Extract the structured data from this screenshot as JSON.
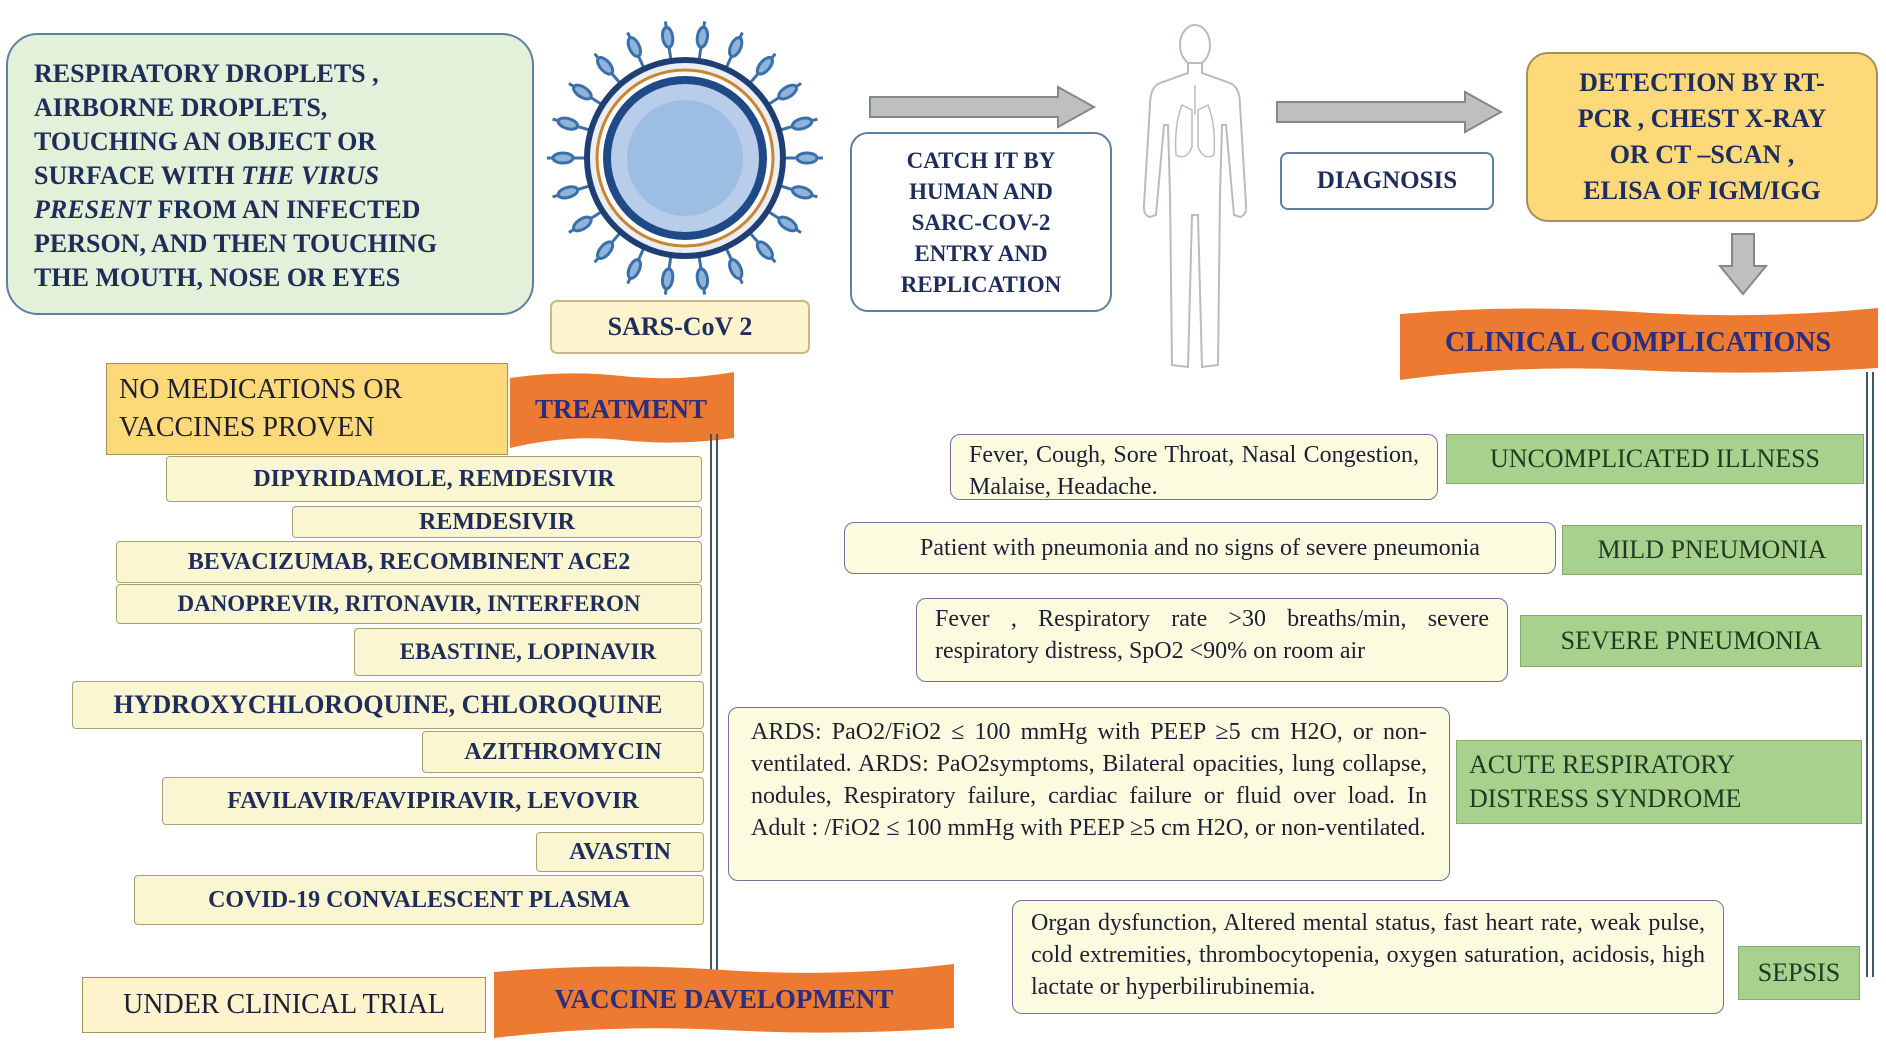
{
  "transmission": {
    "line1": "RESPIRATORY DROPLETS ,",
    "line2": "AIRBORNE DROPLETS,",
    "line3": "TOUCHING AN OBJECT OR",
    "line4a": "SURFACE WITH",
    "line4b": "THE VIRUS",
    "line5a": "PRESENT",
    "line5b": "FROM AN INFECTED",
    "line6": "PERSON, AND THEN TOUCHING",
    "line7": "THE MOUTH, NOSE OR EYES"
  },
  "virus_label": "SARS-CoV 2",
  "entry": [
    "CATCH IT BY",
    "HUMAN AND",
    "SARC-COV-2",
    "ENTRY AND",
    "REPLICATION"
  ],
  "diagnosis_label": "DIAGNOSIS",
  "detection": [
    "DETECTION BY RT-",
    "PCR , CHEST X-RAY",
    "OR CT –SCAN ,",
    "ELISA OF IGM/IGG"
  ],
  "complications": {
    "title": "CLINICAL COMPLICATIONS",
    "items": [
      {
        "name": "UNCOMPLICATED ILLNESS",
        "desc": "Fever, Cough, Sore Throat, Nasal Congestion, Malaise, Headache."
      },
      {
        "name": "MILD PNEUMONIA",
        "desc": "Patient with pneumonia and no signs of severe pneumonia"
      },
      {
        "name": "SEVERE PNEUMONIA",
        "desc": "Fever , Respiratory rate >30 breaths/min, severe respiratory distress, SpO2 <90% on room air"
      },
      {
        "name": "ACUTE RESPIRATORY DISTRESS SYNDROME",
        "desc": "ARDS: PaO2/FiO2 ≤ 100 mmHg with PEEP ≥5 cm H2O, or non-ventilated. ARDS: PaO2symptoms, Bilateral opacities, lung collapse, nodules, Respiratory failure, cardiac failure or fluid over load. In Adult : /FiO2 ≤ 100 mmHg with PEEP ≥5 cm H2O, or non-ventilated."
      },
      {
        "name": "SEPSIS",
        "desc": "Organ dysfunction, Altered mental status, fast heart rate, weak pulse, cold extremities, thrombocytopenia, oxygen saturation, acidosis, high lactate or hyperbilirubinemia."
      }
    ]
  },
  "treatment": {
    "title": "TREATMENT",
    "note": [
      "NO MEDICATIONS OR",
      "VACCINES PROVEN"
    ],
    "items": [
      "DIPYRIDAMOLE, REMDESIVIR",
      "REMDESIVIR",
      "BEVACIZUMAB, RECOMBINENT ACE2",
      "DANOPREVIR, RITONAVIR, INTERFERON",
      "EBASTINE, LOPINAVIR",
      "HYDROXYCHLOROQUINE, CHLOROQUINE",
      "AZITHROMYCIN",
      "FAVILAVIR/FAVIPIRAVIR, LEVOVIR",
      "AVASTIN",
      "COVID-19 CONVALESCENT PLASMA"
    ]
  },
  "vaccine": {
    "title": "VACCINE DAVELOPMENT",
    "status": "UNDER CLINICAL TRIAL"
  },
  "colors": {
    "orange_banner": "#ec7a30",
    "green_label": "#a9d18e",
    "yellow_box": "#fdf3cc",
    "navy_text": "#1f2d5a"
  }
}
